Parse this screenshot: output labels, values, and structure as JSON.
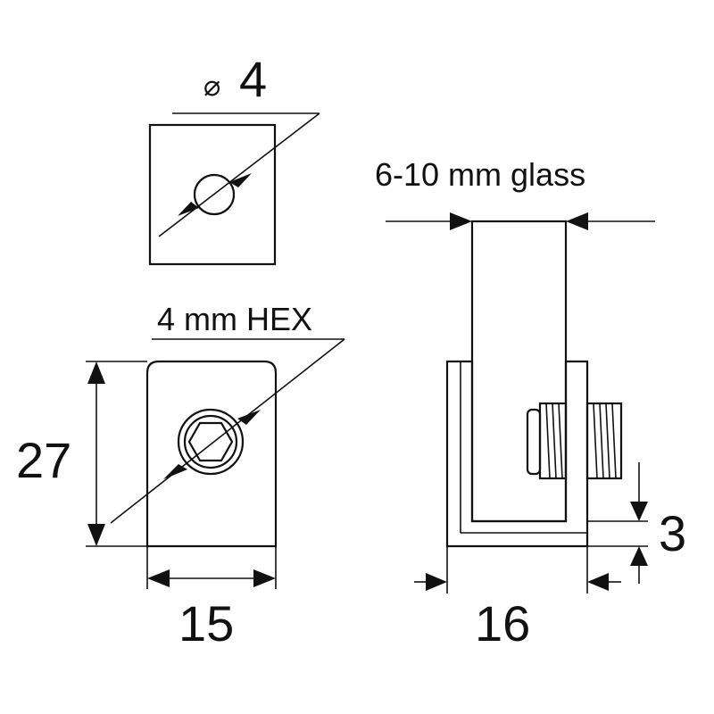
{
  "top_view": {
    "diameter_symbol": "⌀",
    "diameter_value": "4"
  },
  "front_view": {
    "hex_label": "4 mm HEX",
    "height": "27",
    "width": "15"
  },
  "side_view": {
    "glass_label": "6-10 mm glass",
    "width": "16",
    "base_thickness": "3"
  }
}
